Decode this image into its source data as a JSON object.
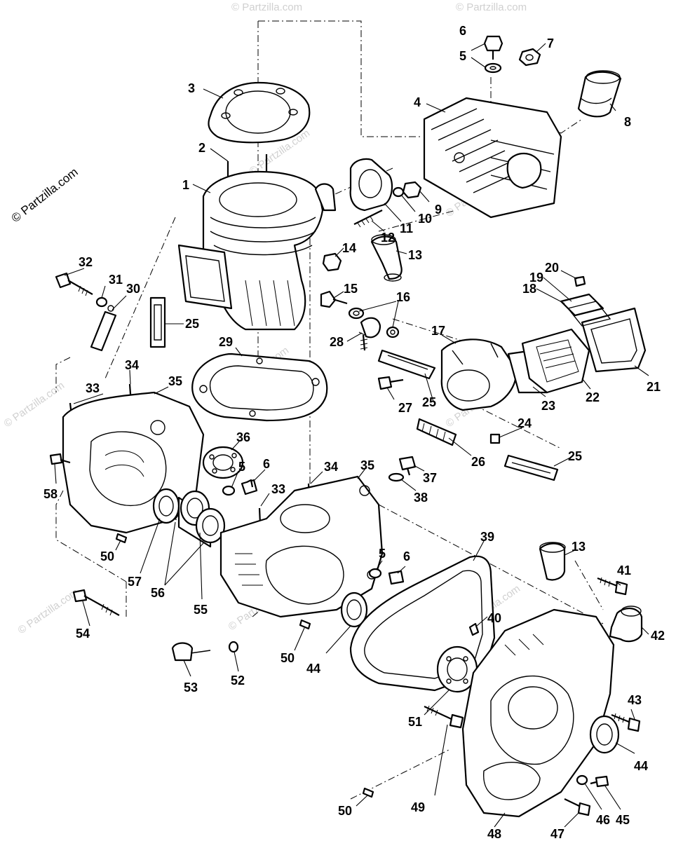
{
  "watermark": {
    "main_text": "© Partzilla.com",
    "faint_text": "© Partzilla.com"
  },
  "callouts": [
    {
      "label": "1"
    },
    {
      "label": "2"
    },
    {
      "label": "3"
    },
    {
      "label": "4"
    },
    {
      "label": "5"
    },
    {
      "label": "6"
    },
    {
      "label": "7"
    },
    {
      "label": "8"
    },
    {
      "label": "9"
    },
    {
      "label": "10"
    },
    {
      "label": "11"
    },
    {
      "label": "12"
    },
    {
      "label": "13"
    },
    {
      "label": "14"
    },
    {
      "label": "15"
    },
    {
      "label": "16"
    },
    {
      "label": "17"
    },
    {
      "label": "18"
    },
    {
      "label": "19"
    },
    {
      "label": "20"
    },
    {
      "label": "21"
    },
    {
      "label": "22"
    },
    {
      "label": "23"
    },
    {
      "label": "24"
    },
    {
      "label": "25"
    },
    {
      "label": "25"
    },
    {
      "label": "25"
    },
    {
      "label": "26"
    },
    {
      "label": "27"
    },
    {
      "label": "28"
    },
    {
      "label": "29"
    },
    {
      "label": "30"
    },
    {
      "label": "31"
    },
    {
      "label": "32"
    },
    {
      "label": "33"
    },
    {
      "label": "33"
    },
    {
      "label": "34"
    },
    {
      "label": "34"
    },
    {
      "label": "35"
    },
    {
      "label": "35"
    },
    {
      "label": "36"
    },
    {
      "label": "5"
    },
    {
      "label": "6"
    },
    {
      "label": "37"
    },
    {
      "label": "38"
    },
    {
      "label": "39"
    },
    {
      "label": "13"
    },
    {
      "label": "41"
    },
    {
      "label": "42"
    },
    {
      "label": "5"
    },
    {
      "label": "6"
    },
    {
      "label": "40"
    },
    {
      "label": "43"
    },
    {
      "label": "44"
    },
    {
      "label": "44"
    },
    {
      "label": "45"
    },
    {
      "label": "46"
    },
    {
      "label": "47"
    },
    {
      "label": "48"
    },
    {
      "label": "49"
    },
    {
      "label": "50"
    },
    {
      "label": "50"
    },
    {
      "label": "50"
    },
    {
      "label": "51"
    },
    {
      "label": "52"
    },
    {
      "label": "53"
    },
    {
      "label": "54"
    },
    {
      "label": "55"
    },
    {
      "label": "56"
    },
    {
      "label": "57"
    },
    {
      "label": "58"
    }
  ]
}
